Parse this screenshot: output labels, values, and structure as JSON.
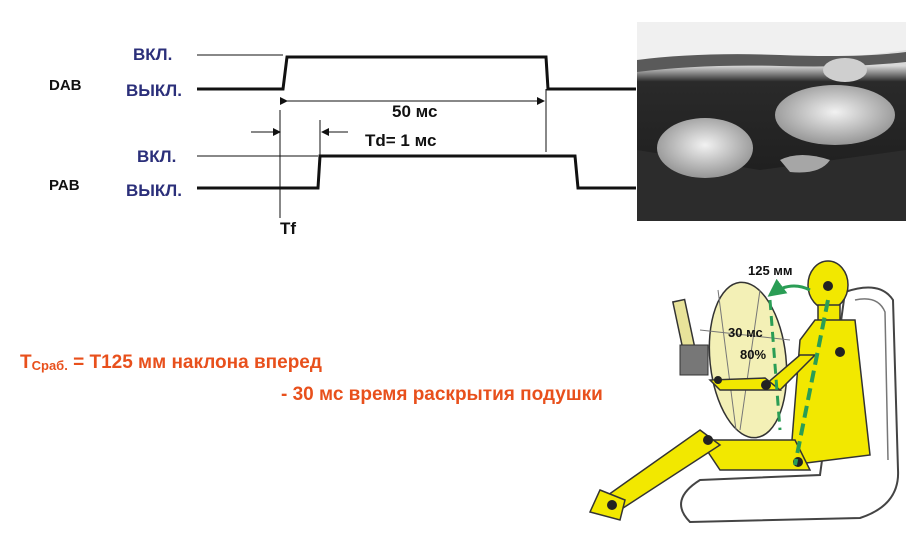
{
  "timing": {
    "dab_label": "DAB",
    "pab_label": "PAB",
    "on_label": "ВКЛ.",
    "off_label": "ВЫКЛ.",
    "duration_label": "50 мс",
    "delay_label": "Td= 1 мс",
    "tf_label": "Tf"
  },
  "formula": {
    "prefix": "T",
    "subscript": "Сраб.",
    "line1_rest": " = T125 мм наклона вперед",
    "line2": "- 30 мс время раскрытия подушки"
  },
  "illustration": {
    "forward_motion_label": "125 мм",
    "deploy_time_label": "30 мс",
    "deploy_percent_label": "80%"
  },
  "colors": {
    "state_text": "#2b2f7a",
    "formula_text": "#e8501c",
    "dummy_fill": "#f2e800",
    "airbag_fill": "#f3f0b6",
    "arrow_green": "#2a9d55"
  }
}
